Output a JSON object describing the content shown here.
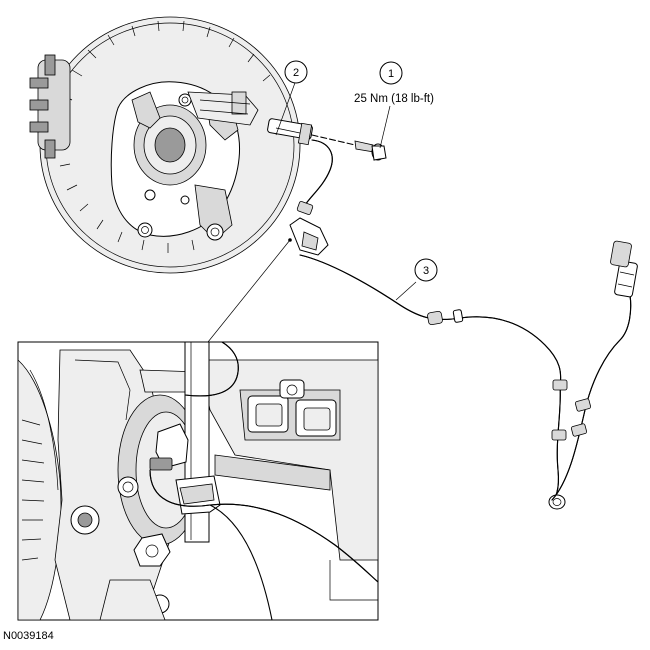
{
  "callouts": [
    {
      "number": "1",
      "label": "25 Nm (18 lb-ft)"
    },
    {
      "number": "2",
      "label": ""
    },
    {
      "number": "3",
      "label": ""
    }
  ],
  "figure_id": "N0039184"
}
